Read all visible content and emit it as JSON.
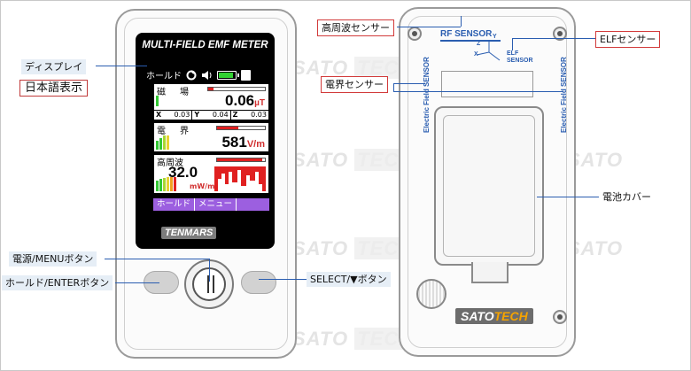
{
  "watermark": {
    "text_a": "SATO",
    "text_b": "TECH"
  },
  "front": {
    "title": "MULTI-FIELD EMF METER",
    "status": {
      "hold": "ホールド",
      "battery_color": "#32d232"
    },
    "panels": {
      "magnetic": {
        "label": "磁　場",
        "value": "0.06",
        "unit": "µT",
        "x_label": "X",
        "x_value": "0.03",
        "y_label": "Y",
        "y_value": "0.04",
        "z_label": "Z",
        "z_value": "0.03",
        "bar_level": 0.1
      },
      "electric": {
        "label": "電　界",
        "value": "581",
        "unit": "V/m",
        "bar_level": 0.45
      },
      "rf": {
        "label": "高周波",
        "value": "32.0",
        "unit": "mW/m²",
        "bar_level": 0.95
      }
    },
    "menu": {
      "item1": "ホールド",
      "item2": "メニュー",
      "item3": ""
    },
    "logo": "TENMARS"
  },
  "callouts": {
    "display": "ディスプレイ",
    "japanese": "日本語表示",
    "power_menu": "電源/MENUボタン",
    "hold_enter": "ホールド/ENTERボタン",
    "select": "SELECT/▼ボタン",
    "rf_sensor": "高周波センサー",
    "elf_sensor": "ELFセンサー",
    "electric_sensor": "電界センサー",
    "battery_cover": "電池カバー"
  },
  "back": {
    "rf_sensor_label": "RF SENSOR",
    "elf_label_1": "ELF",
    "elf_label_2": "SENSOR",
    "axis_x": "X",
    "axis_y": "Y",
    "axis_z": "Z",
    "vertical_left": "Electric Field SENSOR",
    "vertical_right": "Electric Field SENSOR",
    "logo_a": "SATO",
    "logo_b": "TECH"
  },
  "colors": {
    "accent": "#2a5db0",
    "menu": "#9c5fe0",
    "red": "#e02020"
  }
}
